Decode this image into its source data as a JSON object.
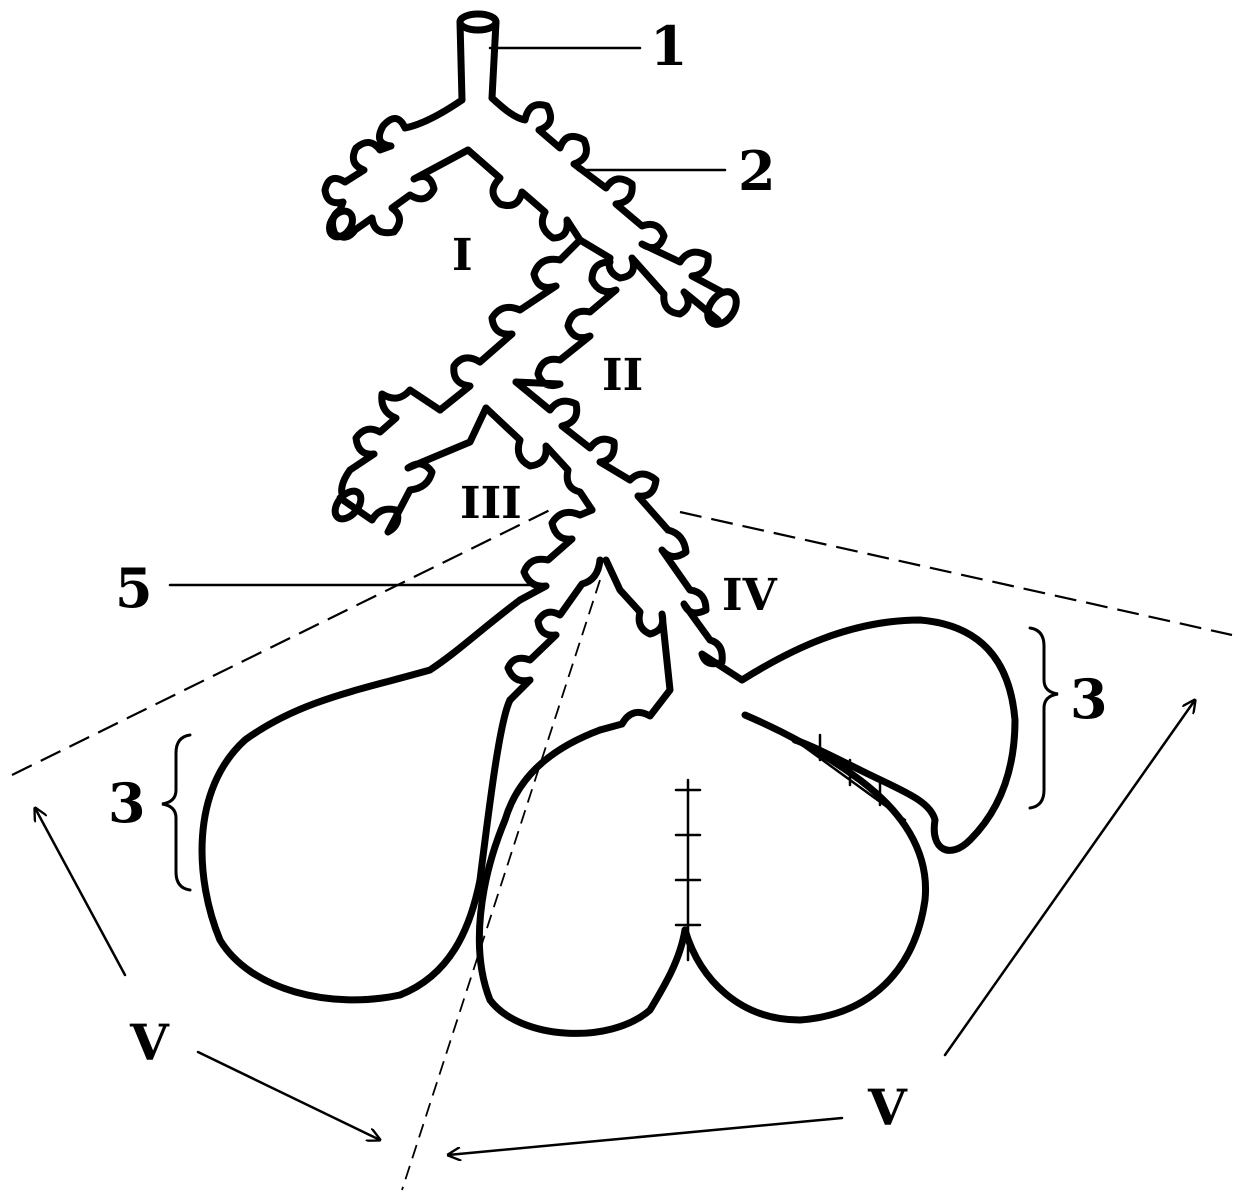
{
  "labels": {
    "n1": "1",
    "n2": "2",
    "n3_right": "3",
    "n3_left": "3",
    "n5": "5",
    "r1": "I",
    "r2": "II",
    "r3": "III",
    "r4": "IV",
    "v_left": "V",
    "v_right": "V"
  }
}
